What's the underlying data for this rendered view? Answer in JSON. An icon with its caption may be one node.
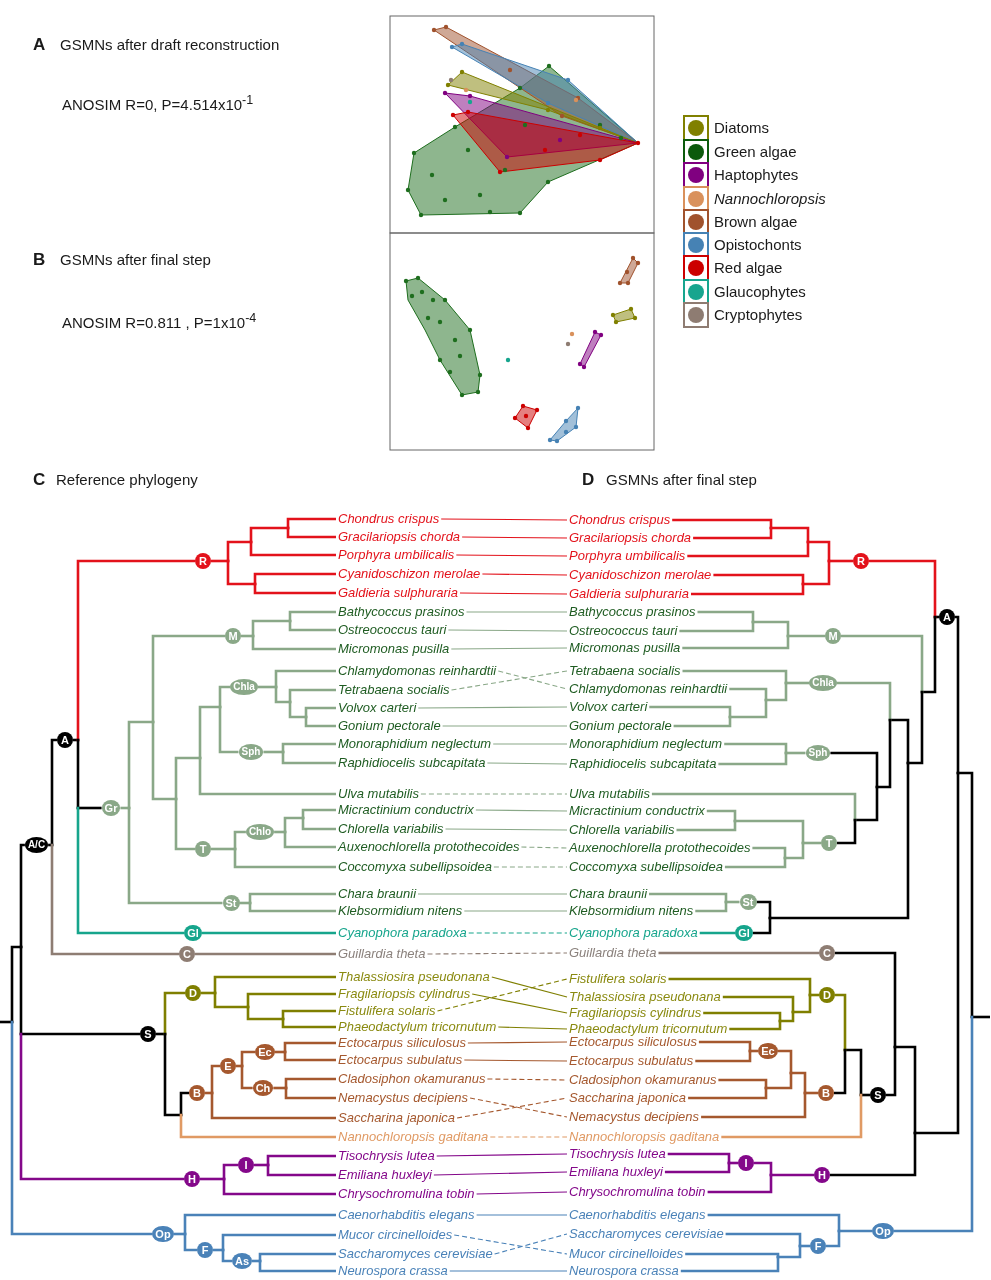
{
  "diagram": {
    "nodes": [
      {
        "text": [
          "Chondrus crispus"
        ]
      },
      {
        "text": [
          "Gracilariopsis chorda"
        ]
      },
      {
        "text": [
          "Porphyra umbilicalis"
        ]
      },
      {
        "text": [
          "Cyanidoschizon merolae"
        ]
      },
      {
        "text": [
          "Galdieria sulphuraria"
        ]
      },
      {
        "text": [
          "Bathycoccus prasinos"
        ]
      },
      {
        "text": [
          "Ostreococcus tauri"
        ]
      },
      {
        "text": [
          "Micromonas pusilla"
        ]
      },
      {
        "text": [
          "Chlamydomonas reinhardtii"
        ]
      },
      {
        "text": [
          "Tetrabaena socialis"
        ]
      },
      {
        "text": [
          "Volvox carteri"
        ]
      },
      {
        "text": [
          "Gonium pectorale"
        ]
      },
      {
        "text": [
          "Monoraphidium neglectum"
        ]
      },
      {
        "text": [
          "Raphidiocelis subcapitata"
        ]
      },
      {
        "text": [
          "Ulva mutabilis"
        ]
      },
      {
        "text": [
          "Micractinium conductrix"
        ]
      },
      {
        "text": [
          "Chlorella variabilis"
        ]
      },
      {
        "text": [
          "Auxenochlorella protothecoides"
        ]
      },
      {
        "text": [
          "Coccomyxa subellipsoidea"
        ]
      },
      {
        "text": [
          "Chara braunii"
        ]
      },
      {
        "text": [
          "Klebsormidium nitens"
        ]
      },
      {
        "text": [
          "Cyanophora paradoxa"
        ]
      },
      {
        "text": [
          "Guillardia theta"
        ]
      },
      {
        "text": [
          "Thalassiosira pseudonana"
        ]
      },
      {
        "text": [
          "Fragilariopsis cylindrus"
        ]
      },
      {
        "text": [
          "Fistulifera solaris"
        ]
      },
      {
        "text": [
          "Phaeodactylum tricornutum"
        ]
      },
      {
        "text": [
          "Ectocarpus siliculosus"
        ]
      },
      {
        "text": [
          "Ectocarpus subulatus"
        ]
      },
      {
        "text": [
          "Cladosiphon okamuranus"
        ]
      },
      {
        "text": [
          "Nemacystus decipiens"
        ]
      },
      {
        "text": [
          "Saccharina japonica"
        ]
      },
      {
        "text": [
          "Nannochloropsis gaditana"
        ]
      },
      {
        "text": [
          "Tisochrysis lutea"
        ]
      },
      {
        "text": [
          "Emiliana huxleyi"
        ]
      },
      {
        "text": [
          "Chrysochromulina tobin"
        ]
      },
      {
        "text": [
          "Caenorhabditis elegans"
        ]
      },
      {
        "text": [
          "Mucor circinelloides"
        ]
      },
      {
        "text": [
          "Saccharomyces cerevisiae"
        ]
      },
      {
        "text": [
          "Neurospora crassa"
        ]
      },
      {
        "text": [
          "R"
        ]
      },
      {
        "text": [
          "M"
        ]
      },
      {
        "text": [
          "Chla"
        ]
      },
      {
        "text": [
          "A"
        ]
      },
      {
        "text": [
          "Sph"
        ]
      },
      {
        "text": [
          "Gr"
        ]
      },
      {
        "text": [
          "Chlo"
        ]
      },
      {
        "text": [
          "A/C"
        ]
      },
      {
        "text": [
          "T"
        ]
      },
      {
        "text": [
          "St"
        ]
      },
      {
        "text": [
          "Gl"
        ]
      },
      {
        "text": [
          "C"
        ]
      },
      {
        "text": [
          "D"
        ]
      },
      {
        "text": [
          "S"
        ]
      },
      {
        "text": [
          "Ec"
        ]
      },
      {
        "text": [
          "E"
        ]
      },
      {
        "text": [
          "Ch"
        ]
      },
      {
        "text": [
          "B"
        ]
      },
      {
        "text": [
          "I"
        ]
      },
      {
        "text": [
          "H"
        ]
      },
      {
        "text": [
          "Op"
        ]
      },
      {
        "text": [
          "F"
        ]
      },
      {
        "text": [
          "As"
        ]
      },
      {
        "text": [
          "Chondrus crispus"
        ]
      },
      {
        "text": [
          "Gracilariopsis chorda"
        ]
      },
      {
        "text": [
          "Porphyra umbilicalis"
        ]
      },
      {
        "text": [
          "Cyanidoschizon merolae"
        ]
      },
      {
        "text": [
          "Galdieria sulphuraria"
        ]
      },
      {
        "text": [
          "Bathycoccus prasinos"
        ]
      },
      {
        "text": [
          "Ostreococcus tauri"
        ]
      },
      {
        "text": [
          "Micromonas pusilla"
        ]
      },
      {
        "text": [
          "Tetrabaena socialis"
        ]
      },
      {
        "text": [
          "Chlamydomonas reinhardtii"
        ]
      },
      {
        "text": [
          "Volvox carteri"
        ]
      },
      {
        "text": [
          "Gonium pectorale"
        ]
      },
      {
        "text": [
          "Monoraphidium neglectum"
        ]
      },
      {
        "text": [
          "Raphidiocelis subcapitata"
        ]
      },
      {
        "text": [
          "Ulva mutabilis"
        ]
      },
      {
        "text": [
          "Micractinium conductrix"
        ]
      },
      {
        "text": [
          "Chlorella variabilis"
        ]
      },
      {
        "text": [
          "Auxenochlorella protothecoides"
        ]
      },
      {
        "text": [
          "Coccomyxa subellipsoidea"
        ]
      },
      {
        "text": [
          "Chara braunii"
        ]
      },
      {
        "text": [
          "Klebsormidium nitens"
        ]
      },
      {
        "text": [
          "Cyanophora paradoxa"
        ]
      },
      {
        "text": [
          "Guillardia theta"
        ]
      },
      {
        "text": [
          "Fistulifera solaris"
        ]
      },
      {
        "text": [
          "Thalassiosira pseudonana"
        ]
      },
      {
        "text": [
          "Fragilariopsis cylindrus"
        ]
      },
      {
        "text": [
          "Phaeodactylum tricornutum"
        ]
      },
      {
        "text": [
          "Ectocarpus siliculosus"
        ]
      },
      {
        "text": [
          "Ectocarpus subulatus"
        ]
      },
      {
        "text": [
          "Cladosiphon okamuranus"
        ]
      },
      {
        "text": [
          "Saccharina japonica"
        ]
      },
      {
        "text": [
          "Nemacystus decipiens"
        ]
      },
      {
        "text": [
          "Nannochloropsis gaditana"
        ]
      },
      {
        "text": [
          "Tisochrysis lutea"
        ]
      },
      {
        "text": [
          "Emiliana huxleyi"
        ]
      },
      {
        "text": [
          "Chrysochromulina tobin"
        ]
      },
      {
        "text": [
          "Caenorhabditis elegans"
        ]
      },
      {
        "text": [
          "Saccharomyces cerevisiae"
        ]
      },
      {
        "text": [
          "Mucor circinelloides"
        ]
      },
      {
        "text": [
          "Neurospora crassa"
        ]
      },
      {
        "text": [
          "R"
        ]
      },
      {
        "text": [
          "A"
        ]
      },
      {
        "text": [
          "M"
        ]
      },
      {
        "text": [
          "Chla"
        ]
      },
      {
        "text": [
          "Sph"
        ]
      },
      {
        "text": [
          "T"
        ]
      },
      {
        "text": [
          "St"
        ]
      },
      {
        "text": [
          "Gl"
        ]
      },
      {
        "text": [
          "C"
        ]
      },
      {
        "text": [
          "D"
        ]
      },
      {
        "text": [
          "Ec"
        ]
      },
      {
        "text": [
          "B"
        ]
      },
      {
        "text": [
          "S"
        ]
      },
      {
        "text": [
          "I"
        ]
      },
      {
        "text": [
          "H"
        ]
      },
      {
        "text": [
          "Op"
        ]
      },
      {
        "text": [
          "F"
        ]
      }
    ],
    "edges": [
      {
        "from": null,
        "to": 47,
        "arrow": "none",
        "color": "#000000"
      },
      {
        "from": null,
        "to": 53,
        "arrow": "none",
        "color": "#000000"
      },
      {
        "from": null,
        "to": 59,
        "arrow": "none",
        "color": "#84088a"
      },
      {
        "from": null,
        "to": 60,
        "arrow": "none",
        "color": "#4a82b8"
      },
      {
        "from": 47,
        "to": 43,
        "arrow": "none",
        "color": "#000000"
      },
      {
        "from": 47,
        "to": 51,
        "arrow": "none",
        "color": "#8e7d73"
      },
      {
        "from": 43,
        "to": 40,
        "arrow": "none",
        "color": "#e3121b"
      },
      {
        "from": 43,
        "to": 45,
        "arrow": "none",
        "color": "#000000"
      },
      {
        "from": 43,
        "to": 50,
        "arrow": "none",
        "color": "#16a58c"
      },
      {
        "from": 40,
        "to": 0,
        "arrow": "none",
        "color": "#e3121b"
      },
      {
        "from": 40,
        "to": 1,
        "arrow": "none",
        "color": "#e3121b"
      },
      {
        "from": 40,
        "to": 2,
        "arrow": "none",
        "color": "#e3121b"
      },
      {
        "from": 40,
        "to": 3,
        "arrow": "none",
        "color": "#e3121b"
      },
      {
        "from": 40,
        "to": 4,
        "arrow": "none",
        "color": "#e3121b"
      },
      {
        "from": 45,
        "to": 41,
        "arrow": "none"
      },
      {
        "from": 45,
        "to": 42,
        "arrow": "none"
      },
      {
        "from": 45,
        "to": 44,
        "arrow": "none"
      },
      {
        "from": 45,
        "to": 14,
        "arrow": "none"
      },
      {
        "from": 45,
        "to": 48,
        "arrow": "none"
      },
      {
        "from": 45,
        "to": 49,
        "arrow": "none"
      },
      {
        "from": 41,
        "to": 5,
        "arrow": "none"
      },
      {
        "from": 41,
        "to": 6,
        "arrow": "none"
      },
      {
        "from": 41,
        "to": 7,
        "arrow": "none"
      },
      {
        "from": 42,
        "to": 8,
        "arrow": "none"
      },
      {
        "from": 42,
        "to": 9,
        "arrow": "none"
      },
      {
        "from": 42,
        "to": 10,
        "arrow": "none"
      },
      {
        "from": 42,
        "to": 11,
        "arrow": "none"
      },
      {
        "from": 44,
        "to": 12,
        "arrow": "none"
      },
      {
        "from": 44,
        "to": 13,
        "arrow": "none"
      },
      {
        "from": 48,
        "to": 46,
        "arrow": "none"
      },
      {
        "from": 48,
        "to": 18,
        "arrow": "none"
      },
      {
        "from": 46,
        "to": 15,
        "arrow": "none"
      },
      {
        "from": 46,
        "to": 16,
        "arrow": "none"
      },
      {
        "from": 46,
        "to": 17,
        "arrow": "none"
      },
      {
        "from": 49,
        "to": 19,
        "arrow": "none"
      },
      {
        "from": 49,
        "to": 20,
        "arrow": "none"
      },
      {
        "from": 50,
        "to": 21,
        "arrow": "none",
        "color": "#16a58c"
      },
      {
        "from": 51,
        "to": 22,
        "arrow": "none",
        "color": "#8e7d73"
      },
      {
        "from": 53,
        "to": 52,
        "arrow": "none",
        "color": "#7f7f00"
      },
      {
        "from": 53,
        "to": 57,
        "arrow": "none",
        "color": "#000000"
      },
      {
        "from": 53,
        "to": 32,
        "arrow": "none",
        "color": "#e09a64"
      },
      {
        "from": 52,
        "to": 23,
        "arrow": "none",
        "color": "#7f7f00"
      },
      {
        "from": 52,
        "to": 24,
        "arrow": "none",
        "color": "#7f7f00"
      },
      {
        "from": 52,
        "to": 25,
        "arrow": "none",
        "color": "#7f7f00"
      },
      {
        "from": 52,
        "to": 26,
        "arrow": "none",
        "color": "#7f7f00"
      },
      {
        "from": 57,
        "to": 55,
        "arrow": "none",
        "color": "#a5582e"
      },
      {
        "from": 57,
        "to": 31,
        "arrow": "none",
        "color": "#a5582e"
      },
      {
        "from": 55,
        "to": 54,
        "arrow": "none",
        "color": "#a5582e"
      },
      {
        "from": 55,
        "to": 56,
        "arrow": "none",
        "color": "#a5582e"
      },
      {
        "from": 54,
        "to": 27,
        "arrow": "none",
        "color": "#a5582e"
      },
      {
        "from": 54,
        "to": 28,
        "arrow": "none",
        "color": "#a5582e"
      },
      {
        "from": 56,
        "to": 29,
        "arrow": "none",
        "color": "#a5582e"
      },
      {
        "from": 56,
        "to": 30,
        "arrow": "none",
        "color": "#a5582e"
      },
      {
        "from": 59,
        "to": 58,
        "arrow": "none",
        "color": "#84088a"
      },
      {
        "from": 59,
        "to": 35,
        "arrow": "none",
        "color": "#84088a"
      },
      {
        "from": 58,
        "to": 33,
        "arrow": "none",
        "color": "#84088a"
      },
      {
        "from": 58,
        "to": 34,
        "arrow": "none",
        "color": "#84088a"
      },
      {
        "from": 60,
        "to": 36,
        "arrow": "none",
        "color": "#4a82b8"
      },
      {
        "from": 60,
        "to": 61,
        "arrow": "none",
        "color": "#4a82b8"
      },
      {
        "from": 61,
        "to": 37,
        "arrow": "none",
        "color": "#4a82b8"
      },
      {
        "from": 61,
        "to": 62,
        "arrow": "none",
        "color": "#4a82b8"
      },
      {
        "from": 62,
        "to": 38,
        "arrow": "none",
        "color": "#4a82b8"
      },
      {
        "from": 62,
        "to": 39,
        "arrow": "none",
        "color": "#4a82b8"
      },
      {
        "from": null,
        "to": 104,
        "arrow": "none",
        "color": "#000000"
      },
      {
        "from": null,
        "to": 111,
        "arrow": "none",
        "color": "#000000"
      },
      {
        "from": null,
        "to": 115,
        "arrow": "none",
        "color": "#000000"
      },
      {
        "from": null,
        "to": 117,
        "arrow": "none",
        "color": "#000000"
      },
      {
        "from": null,
        "to": 118,
        "arrow": "none",
        "color": "#4a82b8"
      },
      {
        "from": 104,
        "to": 103,
        "arrow": "none",
        "color": "#e3121b"
      },
      {
        "from": 104,
        "to": 105,
        "arrow": "none"
      },
      {
        "from": 104,
        "to": 106,
        "arrow": "none"
      },
      {
        "from": 104,
        "to": 107,
        "arrow": "none",
        "color": "#000000"
      },
      {
        "from": 104,
        "to": 77,
        "arrow": "none"
      },
      {
        "from": 104,
        "to": 108,
        "arrow": "none",
        "color": "#000000"
      },
      {
        "from": 104,
        "to": 109,
        "arrow": "none",
        "color": "#000000"
      },
      {
        "from": 104,
        "to": 110,
        "arrow": "none",
        "color": "#000000"
      },
      {
        "from": 103,
        "to": 63,
        "arrow": "none",
        "color": "#e3121b"
      },
      {
        "from": 103,
        "to": 64,
        "arrow": "none",
        "color": "#e3121b"
      },
      {
        "from": 103,
        "to": 65,
        "arrow": "none",
        "color": "#e3121b"
      },
      {
        "from": 103,
        "to": 66,
        "arrow": "none",
        "color": "#e3121b"
      },
      {
        "from": 103,
        "to": 67,
        "arrow": "none",
        "color": "#e3121b"
      },
      {
        "from": 105,
        "to": 68,
        "arrow": "none"
      },
      {
        "from": 105,
        "to": 69,
        "arrow": "none"
      },
      {
        "from": 105,
        "to": 70,
        "arrow": "none"
      },
      {
        "from": 106,
        "to": 71,
        "arrow": "none"
      },
      {
        "from": 106,
        "to": 72,
        "arrow": "none"
      },
      {
        "from": 106,
        "to": 73,
        "arrow": "none"
      },
      {
        "from": 106,
        "to": 74,
        "arrow": "none"
      },
      {
        "from": 107,
        "to": 75,
        "arrow": "none"
      },
      {
        "from": 107,
        "to": 76,
        "arrow": "none"
      },
      {
        "from": 108,
        "to": 78,
        "arrow": "none"
      },
      {
        "from": 108,
        "to": 79,
        "arrow": "none"
      },
      {
        "from": 108,
        "to": 80,
        "arrow": "none"
      },
      {
        "from": 108,
        "to": 81,
        "arrow": "none"
      },
      {
        "from": 109,
        "to": 82,
        "arrow": "none"
      },
      {
        "from": 109,
        "to": 83,
        "arrow": "none"
      },
      {
        "from": 110,
        "to": 84,
        "arrow": "none",
        "color": "#16a58c"
      },
      {
        "from": 111,
        "to": 85,
        "arrow": "none",
        "color": "#8e7d73"
      },
      {
        "from": 115,
        "to": 112,
        "arrow": "none",
        "color": "#7f7f00"
      },
      {
        "from": 115,
        "to": 114,
        "arrow": "none",
        "color": "#000000"
      },
      {
        "from": 115,
        "to": 95,
        "arrow": "none",
        "color": "#e09a64"
      },
      {
        "from": 112,
        "to": 86,
        "arrow": "none",
        "color": "#7f7f00"
      },
      {
        "from": 112,
        "to": 87,
        "arrow": "none",
        "color": "#7f7f00"
      },
      {
        "from": 112,
        "to": 88,
        "arrow": "none",
        "color": "#7f7f00"
      },
      {
        "from": 112,
        "to": 89,
        "arrow": "none",
        "color": "#7f7f00"
      },
      {
        "from": 114,
        "to": 113,
        "arrow": "none",
        "color": "#a5582e"
      },
      {
        "from": 114,
        "to": 92,
        "arrow": "none",
        "color": "#a5582e"
      },
      {
        "from": 114,
        "to": 93,
        "arrow": "none",
        "color": "#a5582e"
      },
      {
        "from": 114,
        "to": 94,
        "arrow": "none",
        "color": "#a5582e"
      },
      {
        "from": 113,
        "to": 90,
        "arrow": "none",
        "color": "#a5582e"
      },
      {
        "from": 113,
        "to": 91,
        "arrow": "none",
        "color": "#a5582e"
      },
      {
        "from": 117,
        "to": 116,
        "arrow": "none",
        "color": "#84088a"
      },
      {
        "from": 117,
        "to": 98,
        "arrow": "none",
        "color": "#84088a"
      },
      {
        "from": 116,
        "to": 96,
        "arrow": "none",
        "color": "#84088a"
      },
      {
        "from": 116,
        "to": 97,
        "arrow": "none",
        "color": "#84088a"
      },
      {
        "from": 118,
        "to": 99,
        "arrow": "none",
        "color": "#4a82b8"
      },
      {
        "from": 118,
        "to": 119,
        "arrow": "none",
        "color": "#4a82b8"
      },
      {
        "from": 119,
        "to": 100,
        "arrow": "none",
        "color": "#4a82b8"
      },
      {
        "from": 119,
        "to": 101,
        "arrow": "none",
        "color": "#4a82b8"
      },
      {
        "from": 119,
        "to": 102,
        "arrow": "none",
        "color": "#4a82b8"
      },
      {
        "from": 0,
        "to": 63,
        "arrow": "none",
        "color": "#e3121b"
      },
      {
        "from": 1,
        "to": 64,
        "arrow": "none",
        "color": "#e3121b"
      },
      {
        "from": 2,
        "to": 65,
        "arrow": "none",
        "color": "#e3121b"
      },
      {
        "from": 3,
        "to": 66,
        "arrow": "none",
        "color": "#e3121b"
      },
      {
        "from": 4,
        "to": 67,
        "arrow": "none",
        "color": "#e3121b"
      },
      {
        "from": 5,
        "to": 68,
        "arrow": "none"
      },
      {
        "from": 6,
        "to": 69,
        "arrow": "none"
      },
      {
        "from": 7,
        "to": 70,
        "arrow": "none"
      },
      {
        "from": 8,
        "to": 72,
        "arrow": "none",
        "style": "dashed"
      },
      {
        "from": 9,
        "to": 71,
        "arrow": "none",
        "style": "dashed"
      },
      {
        "from": 10,
        "to": 73,
        "arrow": "none"
      },
      {
        "from": 11,
        "to": 74,
        "arrow": "none"
      },
      {
        "from": 12,
        "to": 75,
        "arrow": "none"
      },
      {
        "from": 13,
        "to": 76,
        "arrow": "none"
      },
      {
        "from": 14,
        "to": 77,
        "arrow": "none",
        "style": "dashed"
      },
      {
        "from": 15,
        "to": 78,
        "arrow": "none"
      },
      {
        "from": 16,
        "to": 79,
        "arrow": "none"
      },
      {
        "from": 17,
        "to": 80,
        "arrow": "none",
        "style": "dashed"
      },
      {
        "from": 18,
        "to": 81,
        "arrow": "none",
        "style": "dashed"
      },
      {
        "from": 19,
        "to": 82,
        "arrow": "none"
      },
      {
        "from": 20,
        "to": 83,
        "arrow": "none"
      },
      {
        "from": 21,
        "to": 84,
        "arrow": "none",
        "style": "dashed",
        "color": "#16a58c"
      },
      {
        "from": 22,
        "to": 85,
        "arrow": "none",
        "style": "dashed",
        "color": "#8e7d73"
      },
      {
        "from": 23,
        "to": 87,
        "arrow": "none",
        "color": "#7f7f00"
      },
      {
        "from": 24,
        "to": 88,
        "arrow": "none",
        "color": "#7f7f00"
      },
      {
        "from": 25,
        "to": 86,
        "arrow": "none",
        "style": "dashed",
        "color": "#7f7f00"
      },
      {
        "from": 26,
        "to": 89,
        "arrow": "none",
        "color": "#7f7f00"
      },
      {
        "from": 27,
        "to": 90,
        "arrow": "none",
        "color": "#a5582e"
      },
      {
        "from": 28,
        "to": 91,
        "arrow": "none",
        "color": "#a5582e"
      },
      {
        "from": 29,
        "to": 92,
        "arrow": "none",
        "style": "dashed",
        "color": "#a5582e"
      },
      {
        "from": 30,
        "to": 94,
        "arrow": "none",
        "style": "dashed",
        "color": "#a5582e"
      },
      {
        "from": 31,
        "to": 93,
        "arrow": "none",
        "style": "dashed",
        "color": "#a5582e"
      },
      {
        "from": 32,
        "to": 95,
        "arrow": "none",
        "style": "dashed",
        "color": "#e09a64"
      },
      {
        "from": 33,
        "to": 96,
        "arrow": "none",
        "color": "#84088a"
      },
      {
        "from": 34,
        "to": 97,
        "arrow": "none",
        "color": "#84088a"
      },
      {
        "from": 35,
        "to": 98,
        "arrow": "none",
        "color": "#84088a"
      },
      {
        "from": 36,
        "to": 99,
        "arrow": "none",
        "color": "#4a82b8"
      },
      {
        "from": 37,
        "to": 101,
        "arrow": "none",
        "style": "dashed",
        "color": "#4a82b8"
      },
      {
        "from": 38,
        "to": 100,
        "arrow": "none",
        "style": "dashed",
        "color": "#4a82b8"
      },
      {
        "from": 39,
        "to": 102,
        "arrow": "none",
        "color": "#4a82b8"
      }
    ],
    "labels": [
      "A",
      "GSMNs after draft reconstruction",
      "ANOSIM R=0, P=4.514x10$^{-1}$",
      "B",
      "GSMNs after final step",
      "ANOSIM R=0.811 , P=1x10$^{-4}$",
      "C",
      "Reference phylogeny",
      "D",
      "GSMNs after final step"
    ],
    "legend": [
      {
        "text": "Diatoms",
        "color": "#808000"
      },
      {
        "text": "Green algae",
        "color": "#0b5a0b"
      },
      {
        "text": "Haptophytes",
        "color": "#800080"
      },
      {
        "text": "Nannochloropsis",
        "color": "#d9915c"
      },
      {
        "text": "Brown algae",
        "color": "#a0522d"
      },
      {
        "text": "Opistochonts",
        "color": "#4682b4"
      },
      {
        "text": "Red algae",
        "color": "#cc0000"
      },
      {
        "text": "Glaucophytes",
        "color": "#17a58e"
      },
      {
        "text": "Cryptophytes",
        "color": "#8e7c72"
      }
    ]
  }
}
